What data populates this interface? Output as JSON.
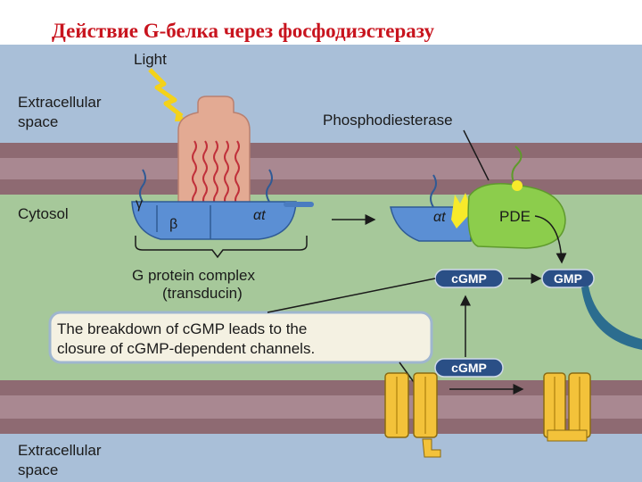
{
  "title": "Действие G-белка через фосфодиэстеразу",
  "labels": {
    "light": "Light",
    "extracellular_top_1": "Extracellular",
    "extracellular_top_2": "space",
    "cytosol": "Cytosol",
    "phosphodiesterase": "Phosphodiesterase",
    "g_complex_1": "G protein complex",
    "g_complex_2": "(transducin)",
    "extracellular_bottom_1": "Extracellular",
    "extracellular_bottom_2": "space"
  },
  "subunits": {
    "gamma": "γ",
    "beta": "β",
    "alpha_t_left": "αt",
    "alpha_t_right": "αt",
    "pde": "PDE"
  },
  "pills": {
    "cgmp_top": "cGMP",
    "gmp": "GMP",
    "cgmp_bottom": "cGMP"
  },
  "callout": {
    "line1": "The breakdown of cGMP leads to the",
    "line2": "closure of cGMP-dependent channels."
  },
  "colors": {
    "title_red": "#c8141e",
    "extracellular_blue": "#a9bfd8",
    "cytosol_green": "#a6c89a",
    "membrane_mauve": "#8e6a72",
    "receptor_peach": "#e3aa93",
    "transducin_blue": "#5b8fd4",
    "pde_green": "#8ccd4c",
    "pill_navy": "#2a4f86",
    "channel_yellow": "#f3c23a"
  }
}
